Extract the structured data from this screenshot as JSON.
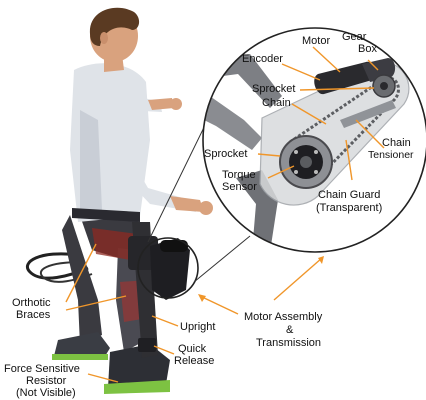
{
  "figure": {
    "labels": {
      "motor": "Motor",
      "gear_box_1": "Gear",
      "gear_box_2": "Box",
      "encoder": "Encoder",
      "sprocket_top": "Sprocket",
      "chain": "Chain",
      "chain_tensioner_1": "Chain",
      "chain_tensioner_2": "Tensioner",
      "sprocket_bottom": "Sprocket",
      "torque_sensor_1": "Torque",
      "torque_sensor_2": "Sensor",
      "chain_guard_1": "Chain Guard",
      "chain_guard_2": "(Transparent)",
      "orthotic_braces_1": "Orthotic",
      "orthotic_braces_2": "Braces",
      "upright": "Upright",
      "motor_assembly_1": "Motor Assembly",
      "motor_assembly_2": "&",
      "motor_assembly_3": "Transmission",
      "quick_release_1": "Quick",
      "quick_release_2": "Release",
      "fsr_1": "Force Sensitive",
      "fsr_2": "Resistor",
      "fsr_3": "(Not Visible)"
    },
    "colors": {
      "leader": "#f0962a",
      "shirt": "#dfe3e8",
      "hair": "#5a3a22",
      "skin": "#d9a27e",
      "brace": "#2f2f33",
      "shoe_green": "#7dc242",
      "detail_bg": "#d8dadc"
    }
  }
}
